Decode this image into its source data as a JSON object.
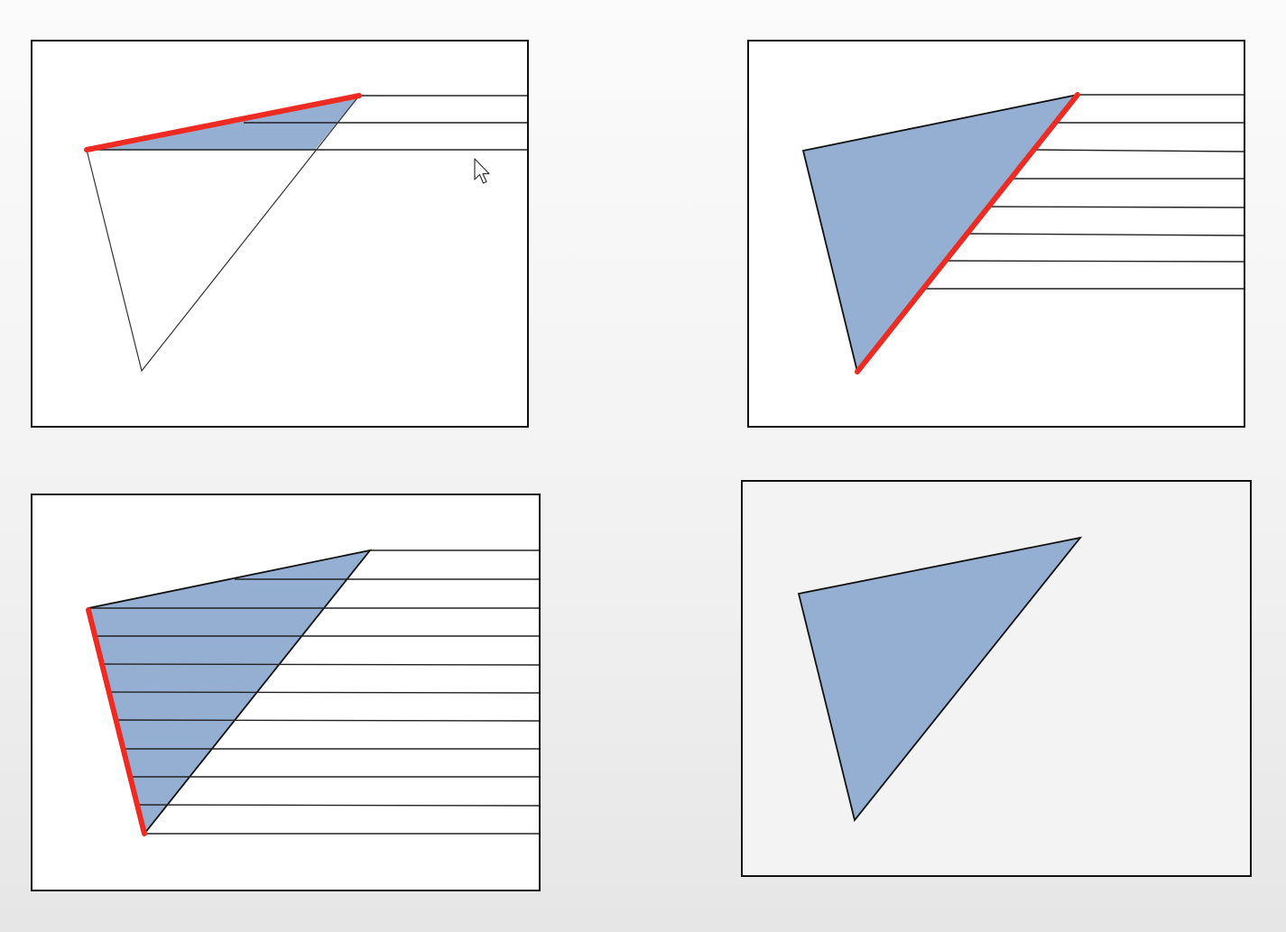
{
  "colors": {
    "fill": "#95afd2",
    "edge": "#ee2b22",
    "panel_white": "#ffffff",
    "panel_grey": "#f3f3f3"
  },
  "panels": [
    {
      "name": "panel-top-left",
      "step": 1,
      "active_edge": "top",
      "scanlines": 3,
      "filled": "partial"
    },
    {
      "name": "panel-top-right",
      "step": 2,
      "active_edge": "right",
      "scanlines": 8,
      "filled": "full"
    },
    {
      "name": "panel-bottom-left",
      "step": 3,
      "active_edge": "left",
      "scanlines": 11,
      "filled": "full"
    },
    {
      "name": "panel-bottom-right",
      "step": 4,
      "active_edge": "none",
      "scanlines": 0,
      "filled": "result"
    }
  ],
  "cursor": {
    "icon": "arrow-pointer-icon",
    "panel": "panel-top-left"
  }
}
